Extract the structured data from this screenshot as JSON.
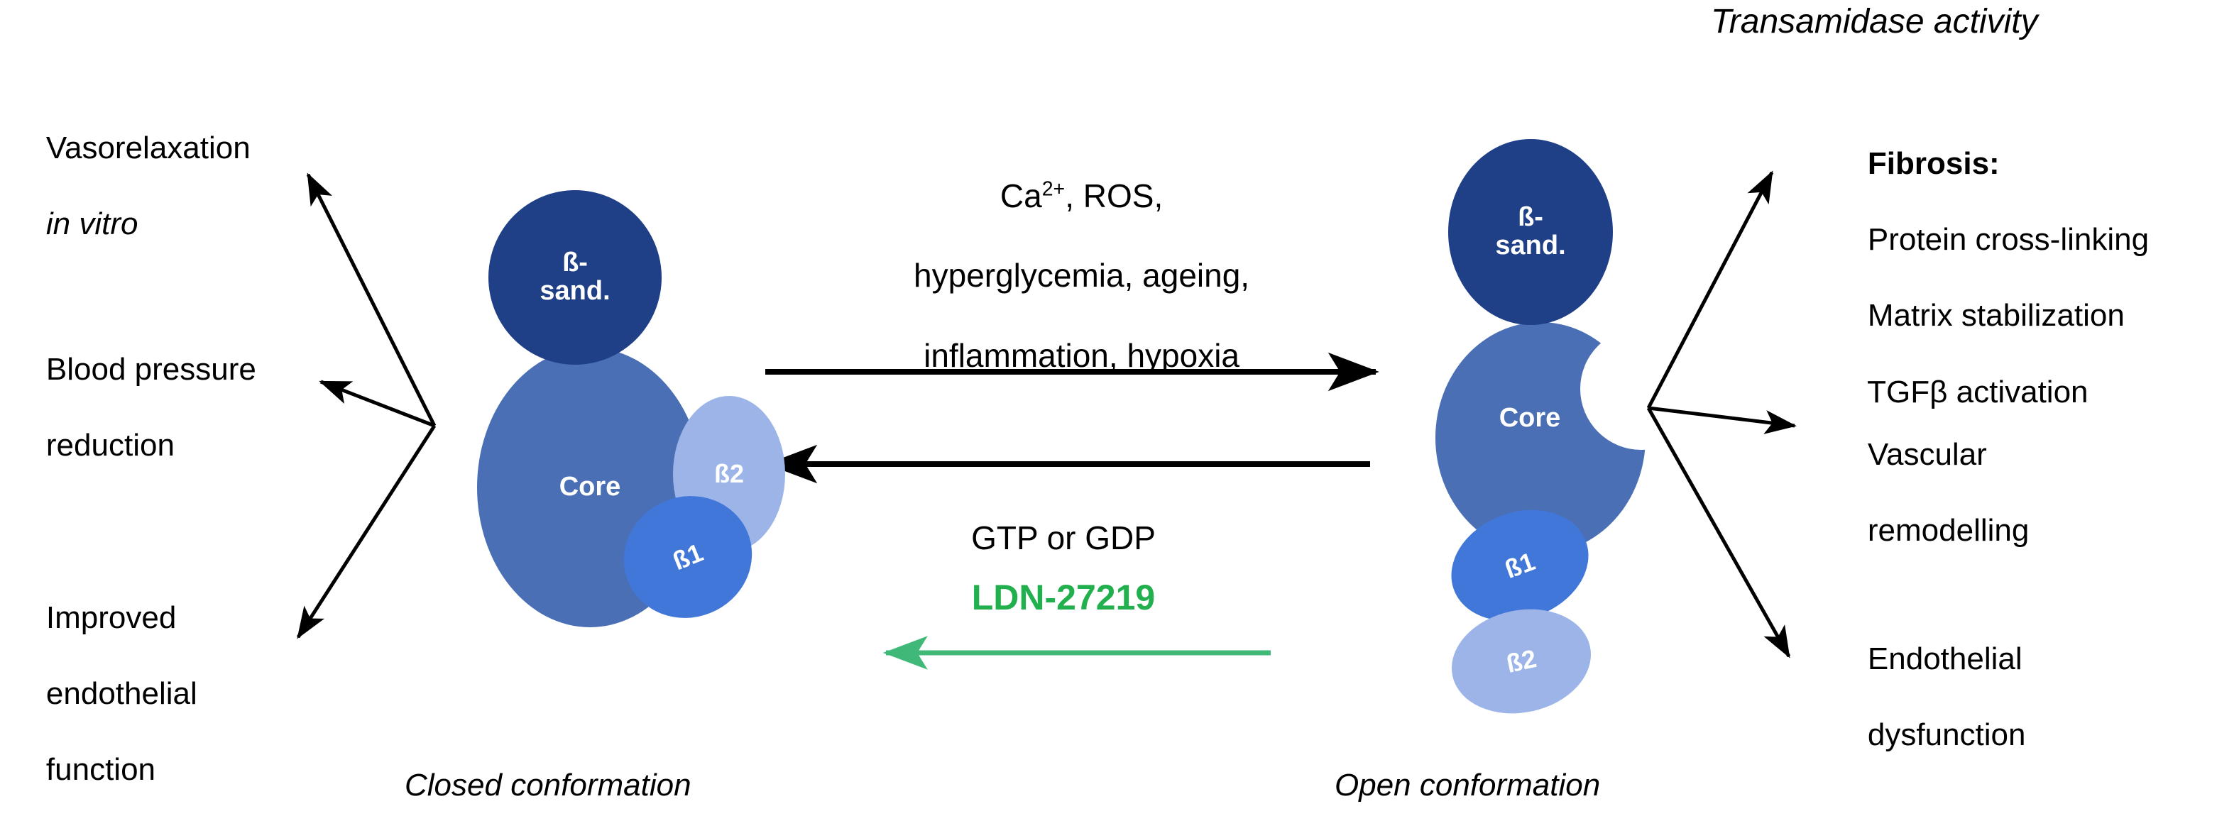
{
  "diagram": {
    "title": "Transamidase activity",
    "left_effects": [
      {
        "id": "vasorelaxation",
        "line1": "Vasorelaxation",
        "line2": "in vitro"
      },
      {
        "id": "blood-pressure",
        "line1": "Blood pressure",
        "line2": "reduction"
      },
      {
        "id": "endothelial-function",
        "line1": "Improved",
        "line2": "endothelial",
        "line3": "function"
      }
    ],
    "center": {
      "forward_stimuli_line1_pre": "Ca",
      "forward_stimuli_line1_sup": "2+",
      "forward_stimuli_line1_post": ", ROS,",
      "forward_stimuli_line2": "hyperglycemia, ageing,",
      "forward_stimuli_line3": "inflammation, hypoxia",
      "reverse_label": "GTP or GDP",
      "inhibitor_label": "LDN-27219",
      "inhibitor_color": "#22B04E"
    },
    "right_effects": [
      {
        "id": "fibrosis",
        "heading": "Fibrosis:",
        "line1": "Protein cross-linking",
        "line2": "Matrix stabilization",
        "line3": "TGFβ activation"
      },
      {
        "id": "vascular-remodelling",
        "line1": "Vascular",
        "line2": "remodelling"
      },
      {
        "id": "endothelial-dysfunction",
        "line1": "Endothelial",
        "line2": "dysfunction"
      }
    ],
    "closed": {
      "caption": "Closed conformation",
      "parts": [
        {
          "id": "beta-sandwich",
          "label_line1": "ß-",
          "label_line2": "sand.",
          "color": "#1F3F87"
        },
        {
          "id": "core",
          "label": "Core",
          "color": "#4A6FB5"
        },
        {
          "id": "beta2",
          "label": "ß2",
          "color": "#9CB4E8"
        },
        {
          "id": "beta1",
          "label": "ß1",
          "color": "#4277DA"
        }
      ]
    },
    "open": {
      "caption": "Open conformation",
      "parts": [
        {
          "id": "beta-sandwich",
          "label_line1": "ß-",
          "label_line2": "sand.",
          "color": "#1F3F87"
        },
        {
          "id": "core",
          "label": "Core",
          "color": "#4A6FB5"
        },
        {
          "id": "beta1",
          "label": "ß1",
          "color": "#4277DA"
        },
        {
          "id": "beta2",
          "label": "ß2",
          "color": "#9CB4E8"
        }
      ]
    },
    "colors": {
      "arrow": "#000000",
      "inhibitor_arrow": "#3FB878",
      "background": "#FFFFFF"
    }
  }
}
